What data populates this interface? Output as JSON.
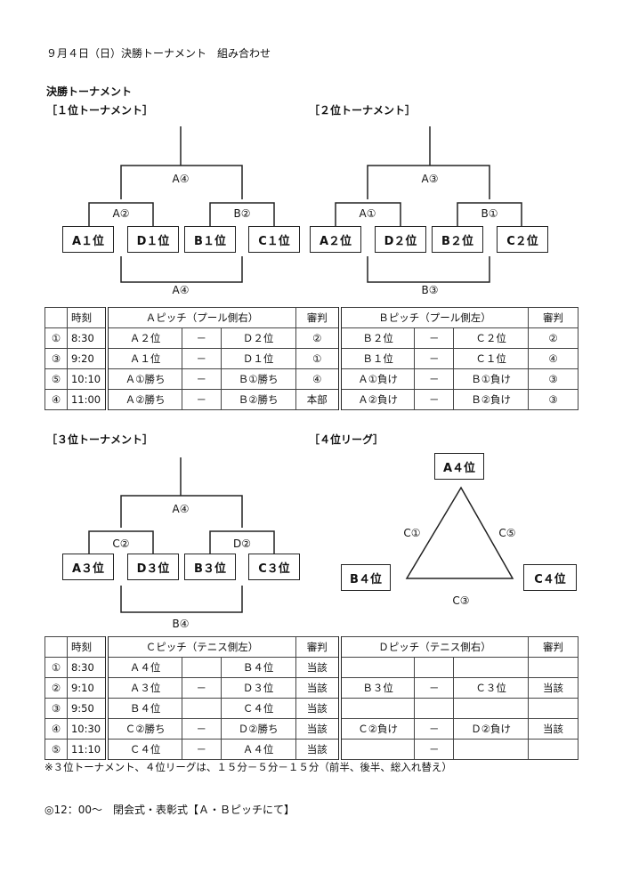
{
  "header": "９月４日（日）決勝トーナメント　組み合わせ",
  "section_title": "決勝トーナメント",
  "t1": {
    "title": "［１位トーナメント］",
    "top": "A④",
    "left_mid": "A②",
    "right_mid": "B②",
    "bottom": "A④",
    "teams": [
      "A１位",
      "D１位",
      "B１位",
      "C１位"
    ]
  },
  "t2": {
    "title": "［２位トーナメント］",
    "top": "A③",
    "left_mid": "A①",
    "right_mid": "B①",
    "bottom": "B③",
    "teams": [
      "A２位",
      "D２位",
      "B２位",
      "C２位"
    ]
  },
  "table1": {
    "header": [
      "",
      "時刻",
      "Ａピッチ（プール側右）",
      "審判",
      "Ｂピッチ（プール側左）",
      "審判"
    ],
    "rows": [
      [
        "①",
        "8:30",
        "Ａ２位",
        "－",
        "Ｄ２位",
        "②",
        "Ｂ２位",
        "－",
        "Ｃ２位",
        "②"
      ],
      [
        "③",
        "9:20",
        "Ａ１位",
        "－",
        "Ｄ１位",
        "①",
        "Ｂ１位",
        "－",
        "Ｃ１位",
        "④"
      ],
      [
        "⑤",
        "10:10",
        "Ａ①勝ち",
        "－",
        "Ｂ①勝ち",
        "④",
        "Ａ①負け",
        "－",
        "Ｂ①負け",
        "③"
      ],
      [
        "④",
        "11:00",
        "Ａ②勝ち",
        "－",
        "Ｂ②勝ち",
        "本部",
        "Ａ②負け",
        "－",
        "Ｂ②負け",
        "③"
      ]
    ]
  },
  "t3": {
    "title": "［３位トーナメント］",
    "top": "A④",
    "left_mid": "C②",
    "right_mid": "D②",
    "bottom": "B④",
    "teams": [
      "A３位",
      "D３位",
      "B３位",
      "C３位"
    ]
  },
  "t4": {
    "title": "［４位リーグ］",
    "top_team": "A４位",
    "left_team": "B４位",
    "right_team": "C４位",
    "left_edge": "C①",
    "right_edge": "C⑤",
    "bottom_edge": "C③"
  },
  "table2": {
    "header": [
      "",
      "時刻",
      "Ｃピッチ（テニス側左）",
      "審判",
      "Ｄピッチ（テニス側右）",
      "審判"
    ],
    "rows": [
      [
        "①",
        "8:30",
        "Ａ４位",
        "",
        "Ｂ４位",
        "当該",
        "",
        "",
        "",
        ""
      ],
      [
        "②",
        "9:10",
        "Ａ３位",
        "－",
        "Ｄ３位",
        "当該",
        "Ｂ３位",
        "－",
        "Ｃ３位",
        "当該"
      ],
      [
        "③",
        "9:50",
        "Ｂ４位",
        "",
        "Ｃ４位",
        "当該",
        "",
        "",
        "",
        ""
      ],
      [
        "④",
        "10:30",
        "Ｃ②勝ち",
        "－",
        "Ｄ②勝ち",
        "当該",
        "Ｃ②負け",
        "－",
        "Ｄ②負け",
        "当該"
      ],
      [
        "⑤",
        "11:10",
        "Ｃ４位",
        "－",
        "Ａ４位",
        "当該",
        "",
        "－",
        "",
        ""
      ]
    ]
  },
  "note": "※３位トーナメント、４位リーグは、１５分－５分－１５分（前半、後半、総入れ替え）",
  "closing": "◎12：00～　閉会式・表彰式【Ａ・Ｂピッチにて】"
}
